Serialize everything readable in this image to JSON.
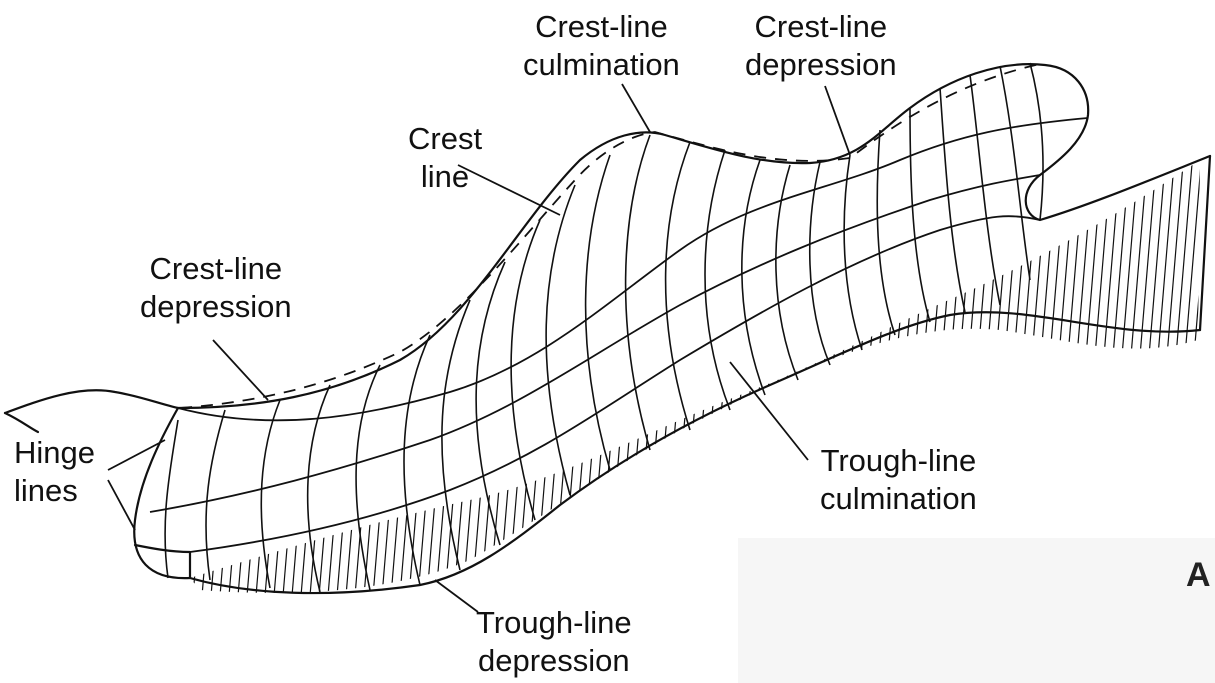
{
  "labels": {
    "crest_line_culmination": "Crest-line\nculmination",
    "crest_line_depression_right": "Crest-line\ndepression",
    "crest_line": "Crest\nline",
    "crest_line_depression_left": "Crest-line\ndepression",
    "hinge_lines": "Hinge\nlines",
    "trough_line_culmination": "Trough-line\nculmination",
    "trough_line_depression": "Trough-line\ndepression"
  },
  "panel_letter": "A"
}
